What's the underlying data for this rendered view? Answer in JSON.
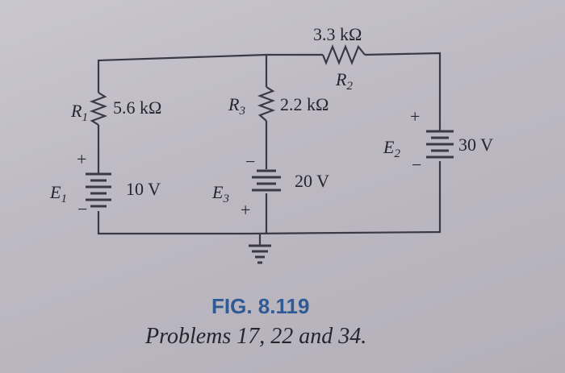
{
  "labels": {
    "r1": "R",
    "r1_sub": "1",
    "r1_value": "5.6 kΩ",
    "r2": "R",
    "r2_sub": "2",
    "r2_value": "3.3 kΩ",
    "r3": "R",
    "r3_sub": "3",
    "r3_value": "2.2 kΩ",
    "e1": "E",
    "e1_sub": "1",
    "e1_value": "10 V",
    "e2": "E",
    "e2_sub": "2",
    "e2_value": "30 V",
    "e3": "E",
    "e3_sub": "3",
    "e3_value": "20 V",
    "plus": "+",
    "minus": "−"
  },
  "caption": {
    "figure": "FIG. 8.119",
    "problems": "Problems 17, 22 and 34."
  }
}
